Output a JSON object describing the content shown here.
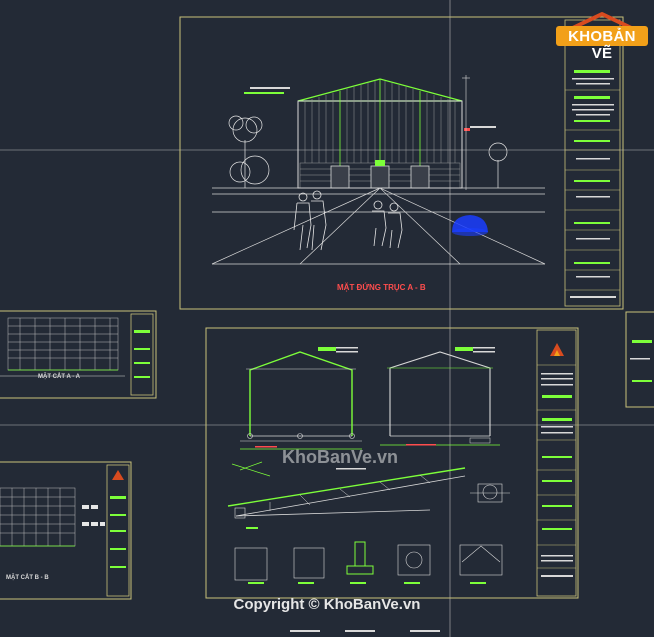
{
  "drawing": {
    "sheet_top_title": "MẶT ĐỨNG TRỤC A - B",
    "sheet_left_title": "MẶT CẮT A - A",
    "sheet_left_bottom_title": "MẶT CẮT B - B"
  },
  "logo": {
    "part1": "KHO",
    "part2": "BẢN VẼ"
  },
  "watermarks": {
    "center": "KhoBanVe.vn",
    "bottom": "Copyright © KhoBanVe.vn"
  },
  "colors": {
    "background": "#232a36",
    "frame": "#c9c17a",
    "geometry": "#d8d8d8",
    "highlight_green": "#7dff3a",
    "title_red": "#ff4d4d",
    "crosshair": "#b9b9b9",
    "accent_blue": "#1a3dff"
  }
}
